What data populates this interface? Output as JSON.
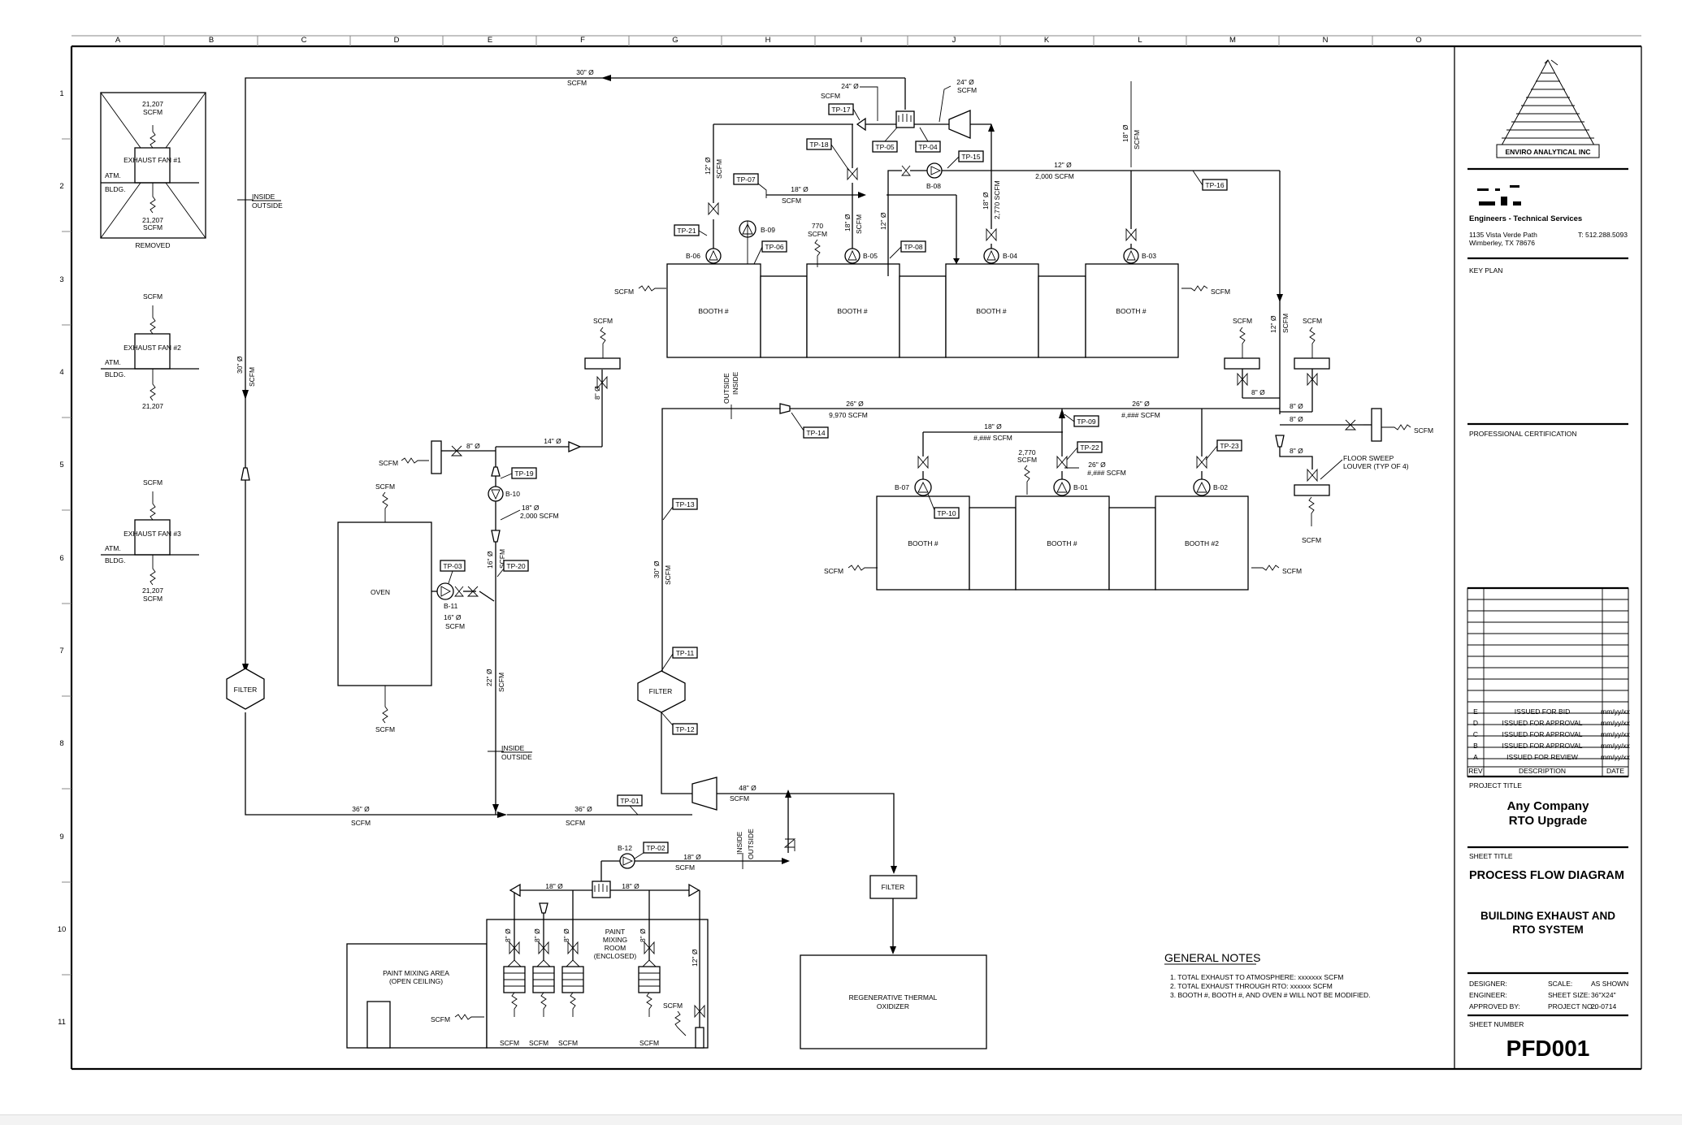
{
  "columns": [
    "A",
    "B",
    "C",
    "D",
    "E",
    "F",
    "G",
    "H",
    "I",
    "J",
    "K",
    "L",
    "M",
    "N",
    "O"
  ],
  "rows": [
    "1",
    "2",
    "3",
    "4",
    "5",
    "6",
    "7",
    "8",
    "9",
    "10",
    "11"
  ],
  "title_block": {
    "company": "Engineers - Technical Services",
    "address1": "1135 Vista Verde Path",
    "address2": "Wimberley, TX 78676",
    "phone": "T: 512.288.5093",
    "logo_text": "ENVIRO ANALYTICAL INC",
    "key_plan": "KEY PLAN",
    "professional_certification": "PROFESSIONAL CERTIFICATION",
    "revisions": [
      {
        "rev": "E",
        "description": "ISSUED FOR BID",
        "date": "mm/yy/xx"
      },
      {
        "rev": "D",
        "description": "ISSUED FOR APPROVAL",
        "date": "mm/yy/xx"
      },
      {
        "rev": "C",
        "description": "ISSUED FOR APPROVAL",
        "date": "mm/yy/xx"
      },
      {
        "rev": "B",
        "description": "ISSUED FOR APPROVAL",
        "date": "mm/yy/xx"
      },
      {
        "rev": "A",
        "description": "ISSUED FOR REVIEW",
        "date": "mm/yy/xx"
      }
    ],
    "rev_header": "REV",
    "desc_header": "DESCRIPTION",
    "date_header": "DATE",
    "project_title_label": "PROJECT TITLE",
    "project_title_1": "Any Company",
    "project_title_2": "RTO Upgrade",
    "sheet_title_label": "SHEET TITLE",
    "sheet_title_1": "PROCESS FLOW DIAGRAM",
    "sheet_title_2": "BUILDING EXHAUST AND",
    "sheet_title_3": "RTO SYSTEM",
    "designer_label": "DESIGNER:",
    "engineer_label": "ENGINEER:",
    "approved_label": "APPROVED BY:",
    "scale_label": "SCALE:",
    "scale_value": "AS SHOWN",
    "sheet_size_label": "SHEET SIZE:",
    "sheet_size_value": "36\"X24\"",
    "project_no_label": "PROJECT NO.:",
    "project_no_value": "20-0714",
    "sheet_number_label": "SHEET NUMBER",
    "sheet_number": "PFD001"
  },
  "notes": {
    "title": "GENERAL NOTES",
    "items": [
      "1.   TOTAL EXHAUST TO ATMOSPHERE: xxxxxxx SCFM",
      "2.   TOTAL EXHAUST THROUGH RTO: xxxxxx SCFM",
      "3.   BOOTH #, BOOTH #, AND OVEN # WILL NOT BE MODIFIED."
    ]
  },
  "fans": {
    "fan1": "EXHAUST FAN #1",
    "fan2": "EXHAUST FAN #2",
    "fan3": "EXHAUST FAN #3",
    "flow": "21,207",
    "scfm": "SCFM",
    "atm": "ATM.",
    "bldg": "BLDG.",
    "removed": "REMOVED"
  },
  "equipment": {
    "booth": "BOOTH #",
    "booth2": "BOOTH #2",
    "oven": "OVEN",
    "filter": "FILTER",
    "rto_1": "REGENERATIVE THERMAL",
    "rto_2": "OXIDIZER",
    "paint_area_1": "PAINT MIXING AREA",
    "paint_area_2": "(OPEN CEILING)",
    "paint_room_1": "PAINT",
    "paint_room_2": "MIXING",
    "paint_room_3": "ROOM",
    "paint_room_4": "(ENCLOSED)",
    "louver_1": "FLOOR SWEEP",
    "louver_2": "LOUVER (TYP OF 4)",
    "inside": "INSIDE",
    "outside": "OUTSIDE"
  },
  "tags": [
    "TP-01",
    "TP-02",
    "TP-03",
    "TP-04",
    "TP-05",
    "TP-06",
    "TP-07",
    "TP-08",
    "TP-09",
    "TP-10",
    "TP-11",
    "TP-12",
    "TP-13",
    "TP-14",
    "TP-15",
    "TP-16",
    "TP-17",
    "TP-18",
    "TP-19",
    "TP-20",
    "TP-21",
    "TP-22",
    "TP-23"
  ],
  "blowers": [
    "B-01",
    "B-02",
    "B-03",
    "B-04",
    "B-05",
    "B-06",
    "B-07",
    "B-08",
    "B-09",
    "B-10",
    "B-11",
    "B-12"
  ],
  "pipes": {
    "d30": "30\" Ø",
    "d24": "24\" Ø",
    "d18": "18\" Ø",
    "d12": "12\" Ø",
    "d8": "8\" Ø",
    "d14": "14\" Ø",
    "d16": "16\" Ø",
    "d22": "22\" Ø",
    "d26": "26\" Ø",
    "d36": "36\" Ø",
    "d48": "48\" Ø",
    "scfm": "SCFM",
    "f9970": "9,970 SCFM",
    "f2000": "2,000 SCFM",
    "f2770": "2,770 SCFM",
    "fhash": "#,### SCFM",
    "n770": "770",
    "n2770": "2,770"
  }
}
